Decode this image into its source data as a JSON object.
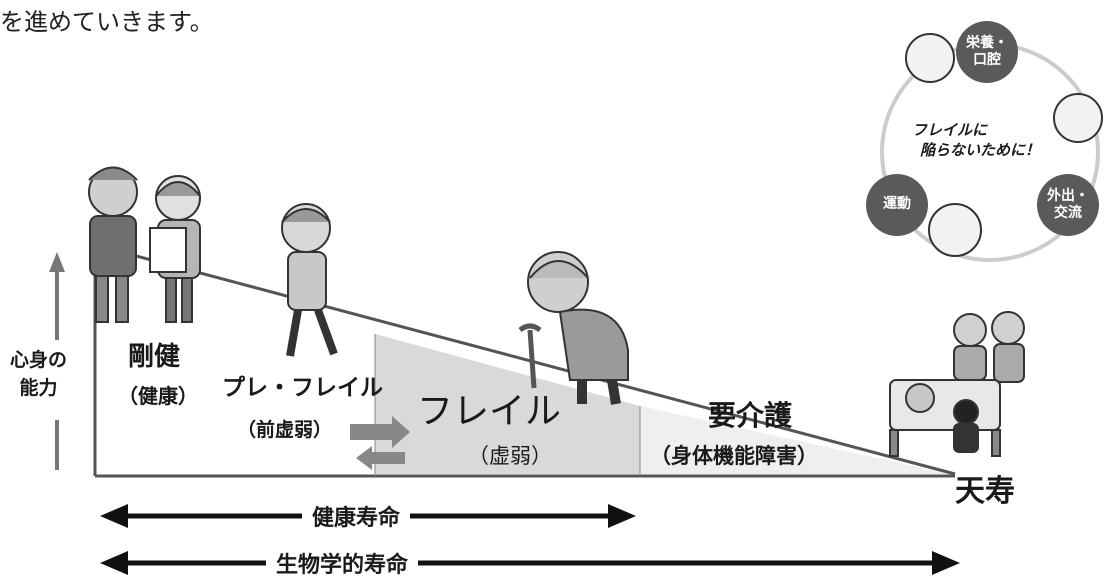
{
  "intro_text": "を進めていきます。",
  "ability_label": [
    "心身の",
    "能力"
  ],
  "stages": [
    {
      "name": "剛健",
      "sub": "（健康）"
    },
    {
      "name": "プレ・フレイル",
      "sub": "（前虚弱）"
    },
    {
      "name": "フレイル",
      "sub": "（虚弱）"
    },
    {
      "name": "要介護",
      "sub": "（身体機能障害）"
    }
  ],
  "end_label": "天寿",
  "healthy_life_label": "健康寿命",
  "biological_life_label": "生物学的寿命",
  "inset": {
    "center_lines": [
      "フレイルに",
      "陥らないために！"
    ],
    "nutrition": [
      "栄養・",
      "口腔"
    ],
    "outing": [
      "外出・",
      "交流"
    ],
    "exercise": "運動"
  },
  "colors": {
    "frail_zone": "#d9d9d9",
    "care_zone": "#ececec",
    "badge": "#5a5a5a",
    "arrow": "#111111"
  }
}
